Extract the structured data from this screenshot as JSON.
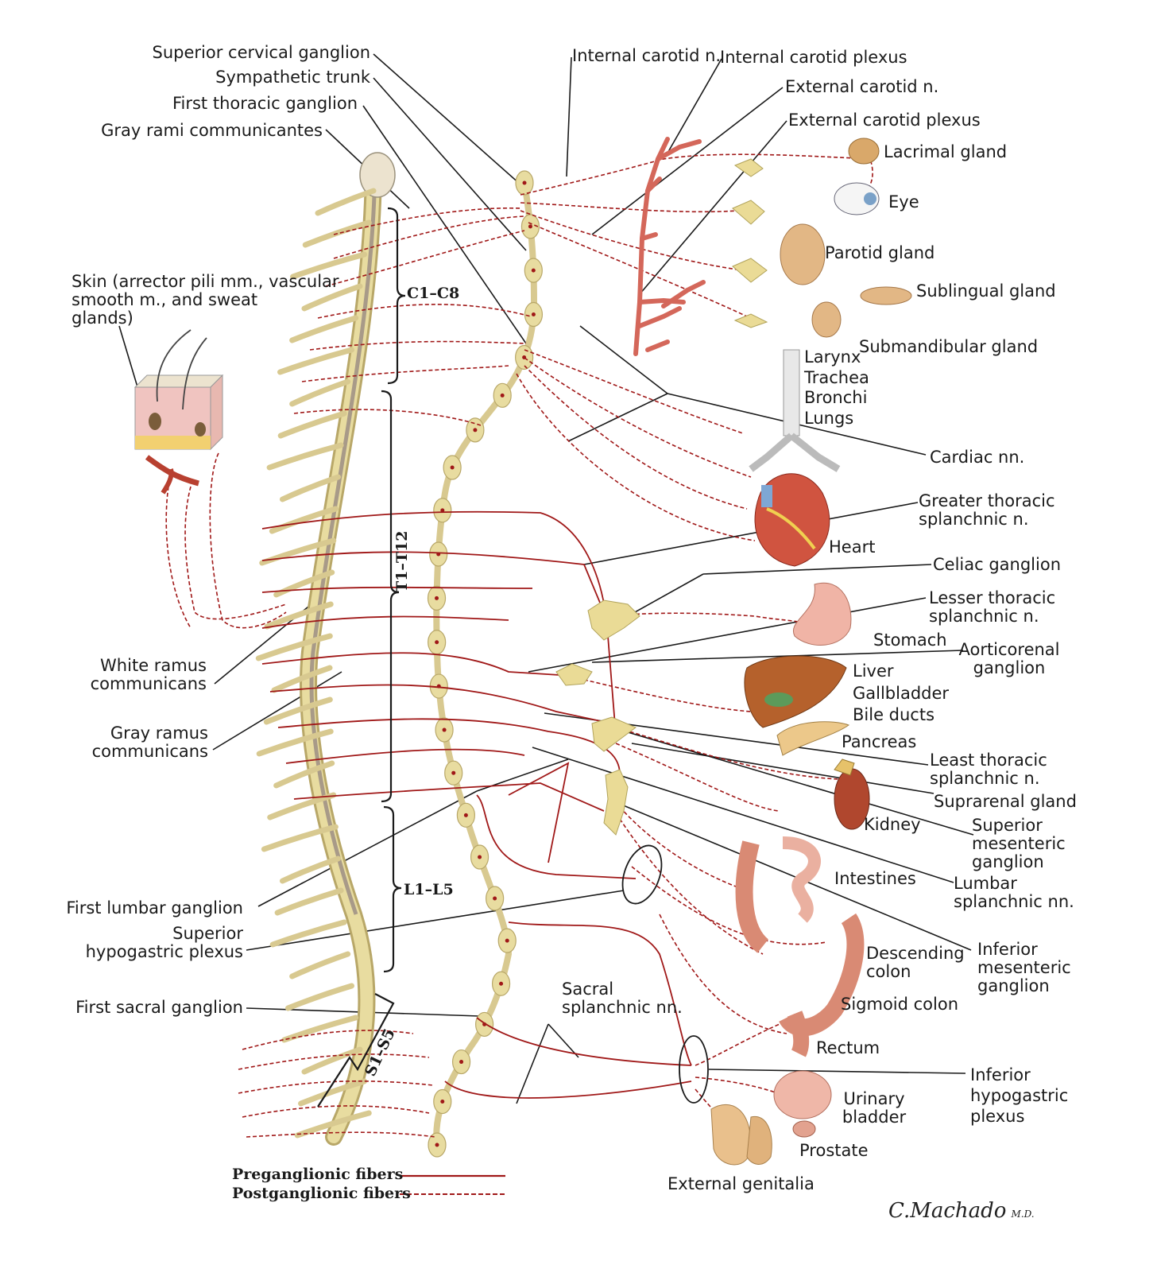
{
  "colors": {
    "preganglionic": "#a01818",
    "postganglionic": "#a01818",
    "nerve_cord": "#e8dca0",
    "nerve_outline": "#b8a768",
    "leader": "#1a1a1a",
    "organ_pink": "#e6a98c",
    "organ_red": "#b84030"
  },
  "labels": {
    "superior_cervical_ganglion": "Superior cervical ganglion",
    "sympathetic_trunk": "Sympathetic trunk",
    "first_thoracic_ganglion": "First thoracic ganglion",
    "gray_rami_communicantes": "Gray rami communicantes",
    "internal_carotid_n": "Internal carotid n.",
    "internal_carotid_plexus": "Internal carotid plexus",
    "external_carotid_n": "External carotid n.",
    "external_carotid_plexus": "External carotid plexus",
    "lacrimal_gland": "Lacrimal gland",
    "eye": "Eye",
    "parotid_gland": "Parotid  gland",
    "sublingual_gland": "Sublingual gland",
    "submandibular_gland": "Submandibular gland",
    "skin": [
      "Skin (arrector pili mm., vascular",
      "smooth m., and sweat",
      "glands)"
    ],
    "airway": [
      "Larynx",
      "Trachea",
      "Bronchi",
      "Lungs"
    ],
    "cardiac_nn": "Cardiac nn.",
    "greater_thoracic_splanchnic": [
      "Greater thoracic",
      "splanchnic n."
    ],
    "heart": "Heart",
    "celiac_ganglion": "Celiac ganglion",
    "lesser_thoracic_splanchnic": [
      "Lesser thoracic",
      "splanchnic n."
    ],
    "stomach": "Stomach",
    "aorticorenal_ganglion": [
      "Aorticorenal",
      "ganglion"
    ],
    "liver_group": [
      "Liver",
      "Gallbladder",
      "Bile ducts"
    ],
    "pancreas": "Pancreas",
    "least_thoracic_splanchnic": [
      "Least thoracic",
      "splanchnic n."
    ],
    "suprarenal_gland": "Suprarenal gland",
    "kidney": "Kidney",
    "superior_mesenteric_ganglion": [
      "Superior",
      "mesenteric",
      "ganglion"
    ],
    "intestines": "Intestines",
    "lumbar_splanchnic_nn": [
      "Lumbar",
      "splanchnic nn."
    ],
    "descending_colon": [
      "Descending",
      "colon"
    ],
    "inferior_mesenteric_ganglion": [
      "Inferior",
      "mesenteric",
      "ganglion"
    ],
    "sigmoid_colon": "Sigmoid colon",
    "rectum": "Rectum",
    "inferior_hypogastric_plexus": [
      "Inferior",
      "hypogastric",
      "plexus"
    ],
    "urinary_bladder": [
      "Urinary",
      "bladder"
    ],
    "prostate": "Prostate",
    "external_genitalia": "External genitalia",
    "white_ramus_communicans": [
      "White ramus",
      "communicans"
    ],
    "gray_ramus_communicans": [
      "Gray ramus",
      "communicans"
    ],
    "first_lumbar_ganglion": "First lumbar ganglion",
    "superior_hypogastric_plexus": [
      "Superior",
      "hypogastric plexus"
    ],
    "first_sacral_ganglion": "First sacral ganglion",
    "sacral_splanchnic_nn": [
      "Sacral",
      "splanchnic nn."
    ]
  },
  "segments": {
    "cervical": "C1–C8",
    "thoracic": "T1–T12",
    "lumbar": "L1–L5",
    "sacral": "S1–S5"
  },
  "legend": {
    "preganglionic": "Preganglionic fibers",
    "postganglionic": "Postganglionic fibers"
  },
  "signature": {
    "name": "C.Machado",
    "suffix": "M.D."
  }
}
